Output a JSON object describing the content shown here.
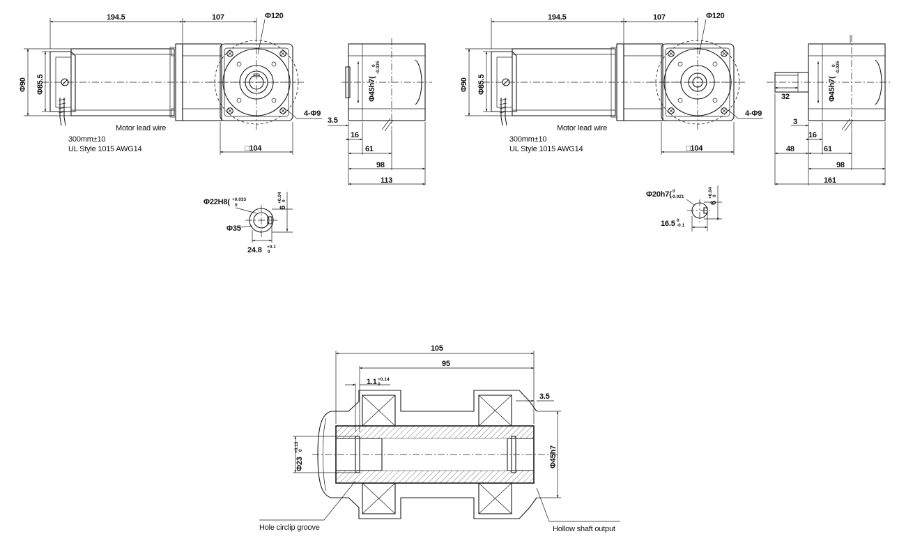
{
  "motor_a": {
    "dim_length": "194.5",
    "dim_gear_length": "107",
    "dim_flange_dia": "Φ120",
    "dim_dia_90": "Φ90",
    "dim_dia_85_5": "Φ85.5",
    "dim_mount_holes": "4-Φ9",
    "dim_square": "□104",
    "lead_wire_label": "Motor lead wire",
    "lead_wire_length": "300mm±10",
    "lead_wire_spec": "UL Style 1015 AWG14",
    "dim_shaft_dia": "Φ45h7(",
    "dim_shaft_tol": "-0.025",
    "dim_shaft_tol_zero": "0",
    "dim_3_5": "3.5",
    "dim_16": "16",
    "dim_61": "61",
    "dim_98": "98",
    "dim_113": "113",
    "bore_dia": "Φ22H8(",
    "bore_tol_upper": "+0.033",
    "bore_tol_lower": "0",
    "bore_key": "6",
    "bore_key_tol_upper": "+0.04",
    "bore_key_tol_lower": "0",
    "bore_outer": "Φ35",
    "bore_depth": "24.8",
    "bore_depth_tol_upper": "+0.1",
    "bore_depth_tol_lower": "0"
  },
  "motor_b": {
    "dim_length": "194.5",
    "dim_gear_length": "107",
    "dim_flange_dia": "Φ120",
    "dim_dia_90": "Φ90",
    "dim_dia_85_5": "Φ85.5",
    "dim_mount_holes": "4-Φ9",
    "dim_square": "□104",
    "lead_wire_label": "Motor lead wire",
    "lead_wire_length": "300mm±10",
    "lead_wire_spec": "UL Style 1015 AWG14",
    "dim_shaft_dia": "Φ45h7(",
    "dim_shaft_tol": "-0.025",
    "dim_shaft_tol_zero": "0",
    "dim_32": "32",
    "dim_3": "3",
    "dim_16": "16",
    "dim_48": "48",
    "dim_61": "61",
    "dim_98": "98",
    "dim_161": "161",
    "shaft_dia": "Φ20h7(",
    "shaft_tol_upper": "0",
    "shaft_tol_lower": "-0.021",
    "shaft_key": "6",
    "shaft_key_tol_upper": "+0.04",
    "shaft_key_tol_lower": "0",
    "shaft_flat": "16.5",
    "shaft_flat_tol_upper": "0",
    "shaft_flat_tol_lower": "-0.1"
  },
  "section": {
    "dim_105": "105",
    "dim_95": "95",
    "dim_groove_w": "1.1",
    "dim_groove_tol_upper": "+0.14",
    "dim_groove_tol_lower": "0",
    "dim_3_5": "3.5",
    "dim_groove_dia": "Φ23",
    "dim_groove_dia_tol_upper": "+0.13",
    "dim_groove_dia_tol_lower": "0",
    "dim_shaft_dia": "Φ45h7",
    "label_groove": "Hole circlip groove",
    "label_output": "Hollow shaft output"
  }
}
